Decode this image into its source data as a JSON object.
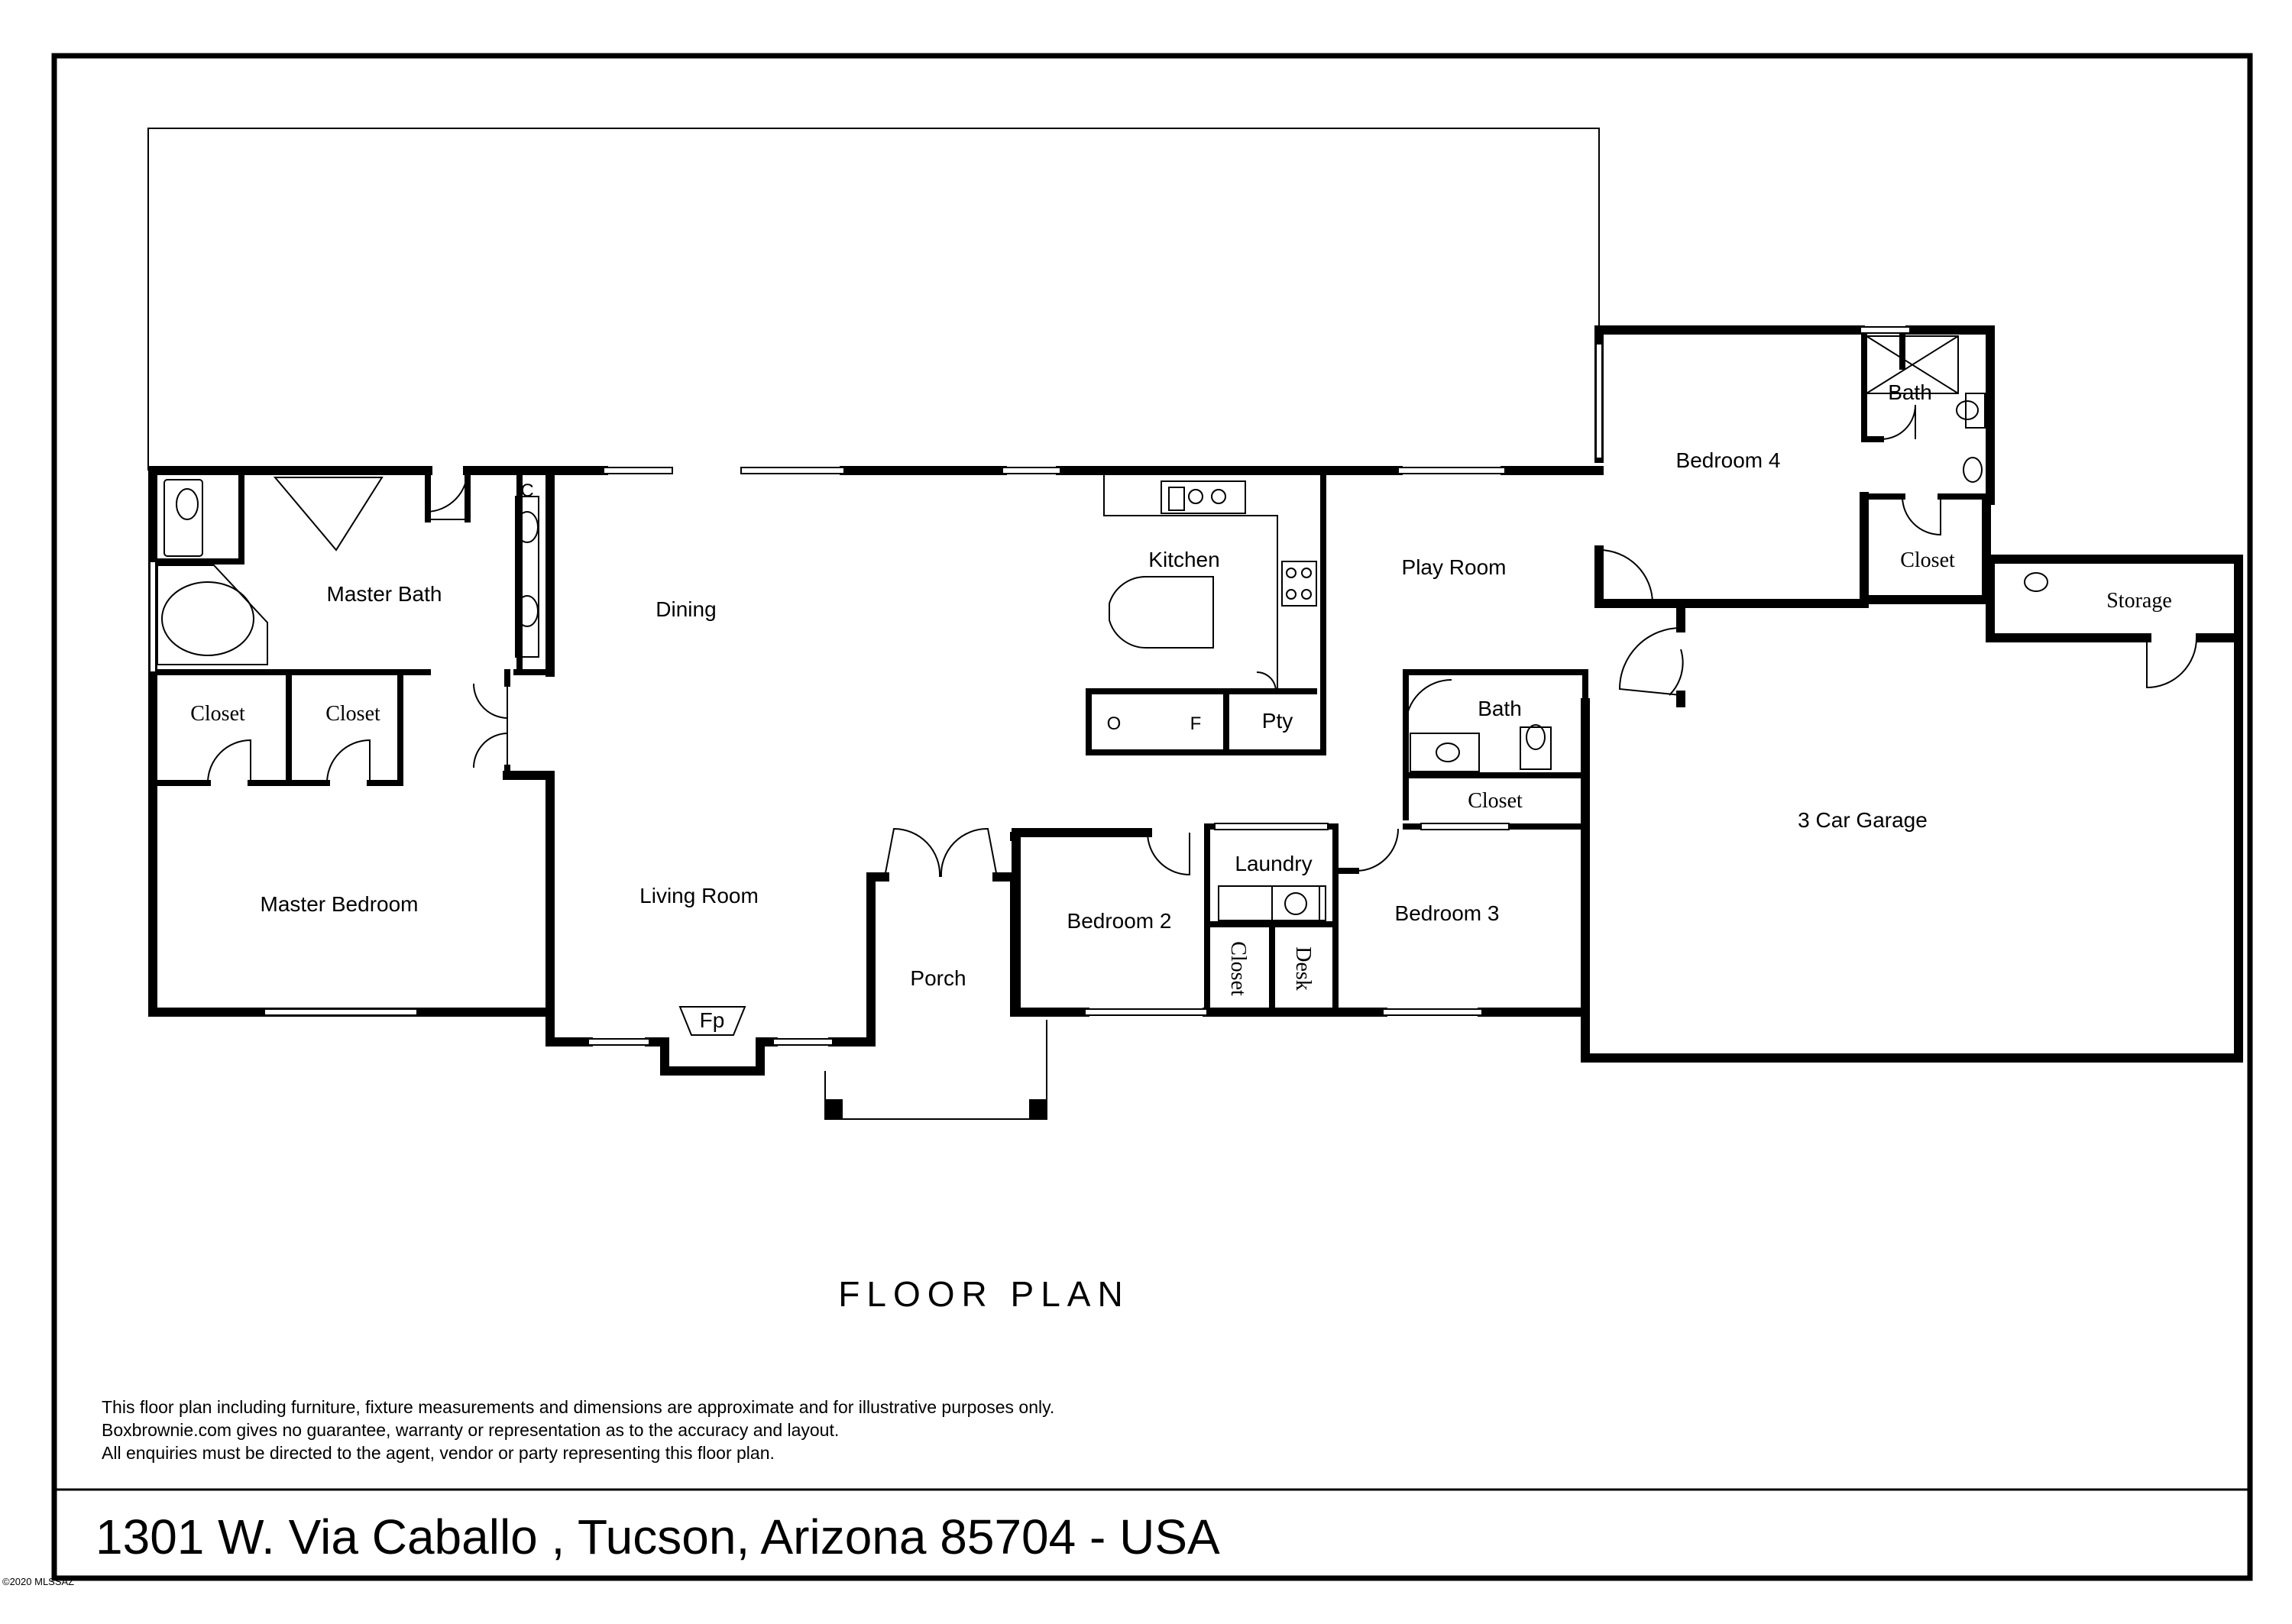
{
  "title": "FLOOR PLAN",
  "address": "1301 W. Via Caballo , Tucson, Arizona 85704 - USA",
  "disclaimer": [
    "This floor plan including furniture, fixture measurements and dimensions are approximate and for illustrative purposes only.",
    "Boxbrownie.com gives no guarantee, warranty or representation as to the accuracy and layout.",
    "All enquiries must be directed to the agent, vendor or party representing this floor plan."
  ],
  "watermark": "©2020 MLSSAZ",
  "rooms": {
    "master_bath": "Master Bath",
    "c": "C",
    "dining": "Dining",
    "kitchen": "Kitchen",
    "play_room": "Play Room",
    "bedroom_4": "Bedroom 4",
    "bath_upper": "Bath",
    "closet_bed4": "Closet",
    "storage": "Storage",
    "closet_left": "Closet",
    "closet_right": "Closet",
    "oven": "O",
    "fridge": "F",
    "pantry": "Pty",
    "bath_mid": "Bath",
    "closet_bed3": "Closet",
    "garage": "3 Car Garage",
    "laundry": "Laundry",
    "master_bedroom": "Master Bedroom",
    "living_room": "Living Room",
    "bedroom_2": "Bedroom 2",
    "bedroom_3": "Bedroom 3",
    "porch": "Porch",
    "fireplace": "Fp",
    "closet_vertical": "Closet",
    "desk": "Desk"
  }
}
